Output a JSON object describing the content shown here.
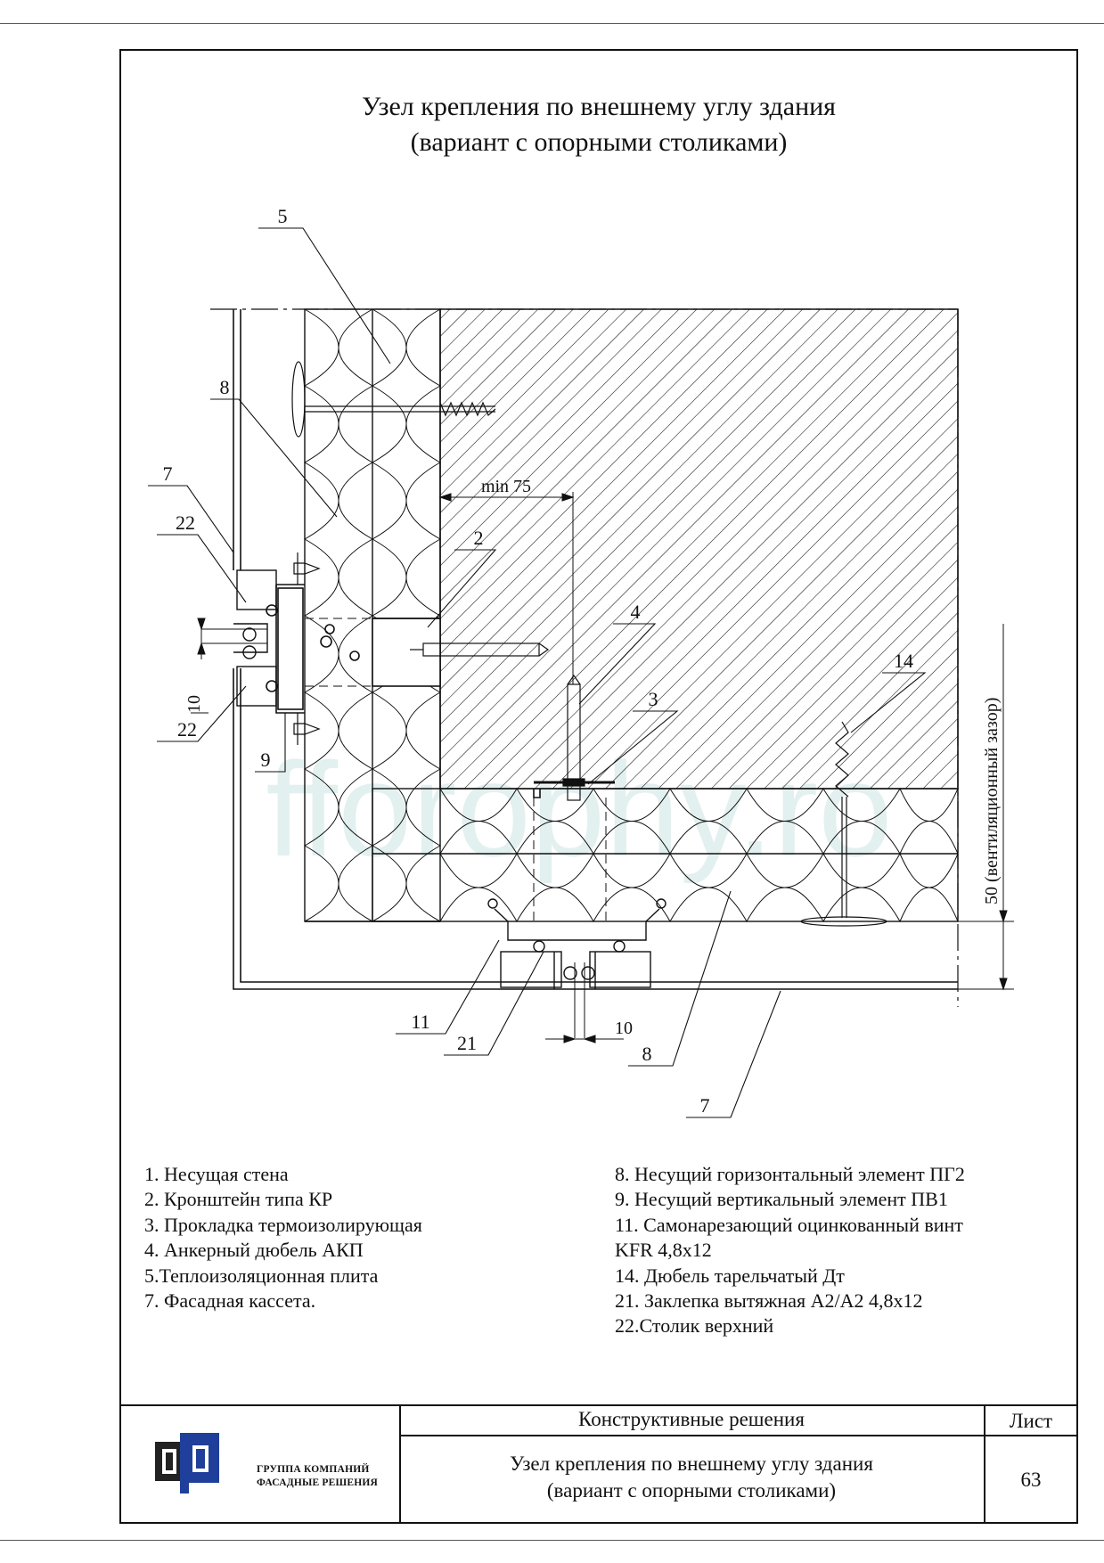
{
  "title": {
    "line1": "Узел крепления по внешнему углу здания",
    "line2": "(вариант с опорными столиками)"
  },
  "callouts": {
    "c5": "5",
    "c8_left": "8",
    "c7_left": "7",
    "c22_top": "22",
    "c2": "2",
    "c4": "4",
    "c3": "3",
    "c14": "14",
    "c22_bottom": "22",
    "c9": "9",
    "c11": "11",
    "c21": "21",
    "c8_bottom": "8",
    "c7_bottom": "7"
  },
  "dimensions": {
    "min75": "min 75",
    "gap_vertical": "10",
    "gap_horizontal": "10",
    "vent_gap": "50 (вентиляционный зазор)"
  },
  "watermark": "fforophy.ro",
  "legend": {
    "left": [
      "1. Несущая стена",
      "2. Кронштейн типа КР",
      "3. Прокладка термоизолирующая",
      "4. Анкерный дюбель АКП",
      "5.Теплоизоляционная плита",
      "7. Фасадная кассета."
    ],
    "right": [
      "8. Несущий горизонтальный элемент ПГ2",
      "9. Несущий вертикальный элемент ПВ1",
      "11. Самонарезающий оцинкованный винт",
      "KFR 4,8х12",
      "14. Дюбель тарельчатый Дт",
      "21. Заклепка вытяжная А2/А2 4,8х12",
      "22.Столик верхний"
    ]
  },
  "stamp": {
    "section": "Конструктивные решения",
    "sheet_label": "Лист",
    "drawing_title_line1": "Узел крепления по внешнему углу здания",
    "drawing_title_line2": "(вариант с опорными столиками)",
    "sheet_number": "63",
    "company_line1": "ГРУППА КОМПАНИЙ",
    "company_line2": "ФАСАДНЫЕ РЕШЕНИЯ"
  },
  "colors": {
    "ink": "#111111",
    "logo_blue": "#1f3f9a",
    "logo_dark": "#222222",
    "watermark": "#e3f0f0"
  }
}
